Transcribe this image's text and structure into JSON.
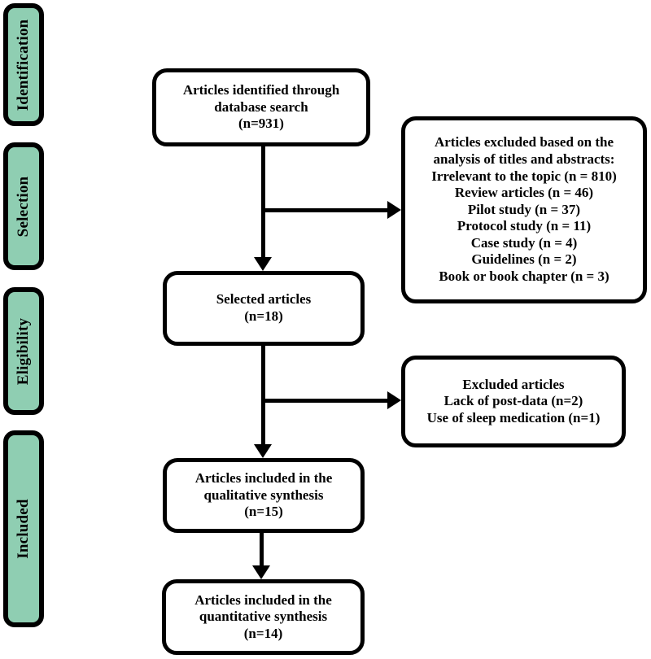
{
  "diagram_type": "prisma-flowchart",
  "stages": [
    {
      "label": "Identification"
    },
    {
      "label": "Selection"
    },
    {
      "label": "Eligibility"
    },
    {
      "label": "Included"
    }
  ],
  "boxes": {
    "identified": {
      "lines": [
        "Articles identified through",
        "database search",
        "(n=931)"
      ]
    },
    "excluded_screening": {
      "lines": [
        "Articles excluded based on the",
        "analysis of titles and abstracts:",
        "Irrelevant to the topic (n = 810)",
        "Review articles (n = 46)",
        "Pilot study (n = 37)",
        "Protocol study (n = 11)",
        "Case study (n = 4)",
        "Guidelines (n = 2)",
        "Book or book chapter (n = 3)"
      ]
    },
    "selected": {
      "lines": [
        "Selected articles",
        "(n=18)"
      ]
    },
    "excluded_eligibility": {
      "lines": [
        "Excluded articles",
        "Lack of post-data (n=2)",
        "Use of sleep medication (n=1)"
      ]
    },
    "qualitative": {
      "lines": [
        "Articles included in the",
        "qualitative synthesis",
        "(n=15)"
      ]
    },
    "quantitative": {
      "lines": [
        "Articles included in the",
        "quantitative synthesis",
        "(n=14)"
      ]
    }
  },
  "colors": {
    "stage_fill": "#8FCEB2",
    "line": "#000000",
    "box_fill": "#FFFFFF",
    "background": "#FFFFFF"
  }
}
